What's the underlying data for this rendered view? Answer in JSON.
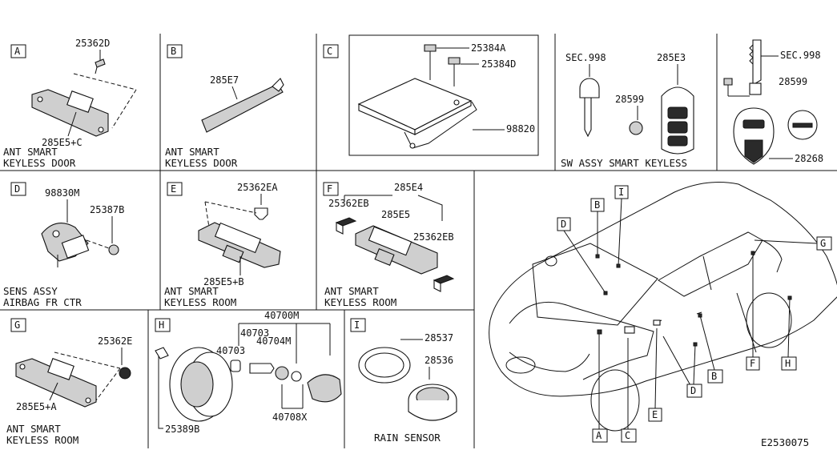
{
  "panels": {
    "A": {
      "letter": "A",
      "part_top": "25362D",
      "part_bottom": "285E5+C",
      "caption1": "ANT SMART",
      "caption2": "KEYLESS DOOR"
    },
    "B": {
      "letter": "B",
      "part": "285E7",
      "caption1": "ANT SMART",
      "caption2": "KEYLESS DOOR"
    },
    "C": {
      "letter": "C",
      "part_1": "25384A",
      "part_2": "25384D",
      "part_3": "98820"
    },
    "sw": {
      "sec_left": "SEC.998",
      "part_fob": "285E3",
      "part_battery": "28599",
      "caption": "SW ASSY SMART KEYLESS"
    },
    "key": {
      "sec": "SEC.998",
      "part_battery": "28599",
      "part_cover": "28268"
    },
    "D": {
      "letter": "D",
      "part_1": "98830M",
      "part_2": "25387B",
      "caption1": "SENS ASSY",
      "caption2": "AIRBAG FR CTR"
    },
    "E": {
      "letter": "E",
      "part_top": "25362EA",
      "part_bottom": "285E5+B",
      "caption1": "ANT SMART",
      "caption2": "KEYLESS ROOM"
    },
    "F": {
      "letter": "F",
      "part_1": "285E4",
      "part_2": "25362EB",
      "part_3": "285E5",
      "part_4": "25362EB",
      "caption1": "ANT SMART",
      "caption2": "KEYLESS ROOM"
    },
    "G": {
      "letter": "G",
      "part_top": "25362E",
      "part_bottom": "285E5+A",
      "caption1": "ANT SMART",
      "caption2": "KEYLESS ROOM"
    },
    "H": {
      "letter": "H",
      "part_1": "40700M",
      "part_2": "40703",
      "part_3": "40704M",
      "part_4": "40708X",
      "part_5": "25389B"
    },
    "I": {
      "letter": "I",
      "part_1": "28537",
      "part_2": "28536",
      "caption": "RAIN SENSOR"
    }
  },
  "car_callouts": [
    "B",
    "I",
    "D",
    "G",
    "F",
    "H",
    "B",
    "D",
    "E",
    "A",
    "C"
  ],
  "drawing_number": "E2530075"
}
